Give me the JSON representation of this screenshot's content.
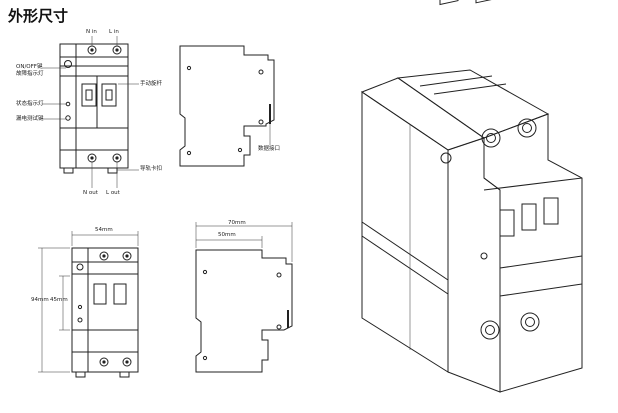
{
  "title": "外形尺寸",
  "front_view": {
    "terminal_top_n": "N in",
    "terminal_top_l": "L in",
    "onoff_label_1": "ON/OFF键",
    "onoff_label_2": "故障指示灯",
    "handle_label": "手动旋杆",
    "status_label": "状态指示灯",
    "test_label": "漏电测试键",
    "terminal_bottom_n": "N out",
    "terminal_bottom_l": "L out",
    "rail_label": "导轨卡扣"
  },
  "side_view": {
    "port_label": "数据接口"
  },
  "dimensions": {
    "width_front": "54mm",
    "height_total": "94mm",
    "height_inner": "45mm",
    "depth_total": "70mm",
    "depth_inner": "50mm"
  }
}
